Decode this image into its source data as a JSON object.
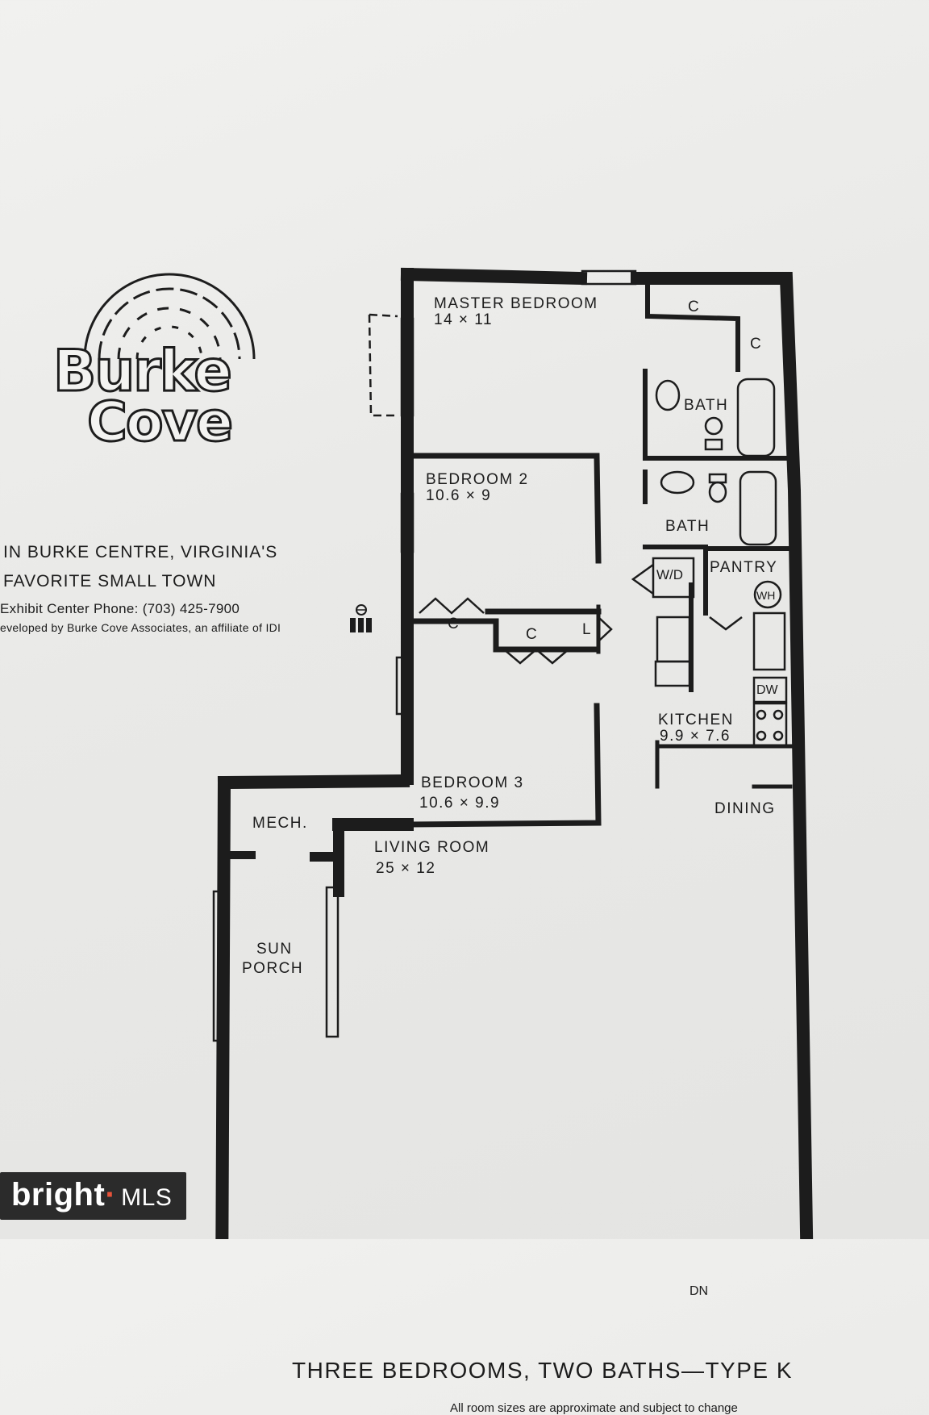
{
  "logo": {
    "line1": "Burke",
    "line2": "Cove"
  },
  "info": {
    "line1": "IN BURKE CENTRE, VIRGINIA'S",
    "line2": "FAVORITE SMALL TOWN",
    "phone": "Exhibit Center Phone: (703) 425-7900",
    "developer": "eveloped by Burke Cove Associates, an affiliate of IDI"
  },
  "rooms": {
    "master_name": "MASTER BEDROOM",
    "master_size": "14 × 11",
    "closet_c": "C",
    "bath": "BATH",
    "bed2_name": "BEDROOM 2",
    "bed2_size": "10.6 × 9",
    "wd": "W/D",
    "pantry": "PANTRY",
    "wh": "WH",
    "linen": "L",
    "dw": "DW",
    "kitchen_name": "KITCHEN",
    "kitchen_size": "9.9 × 7.6",
    "bed3_name": "BEDROOM 3",
    "bed3_size": "10.6 × 9.9",
    "dining": "DINING",
    "mech": "MECH.",
    "living_name": "LIVING ROOM",
    "living_size": "25 × 12",
    "sun1": "SUN",
    "sun2": "PORCH",
    "dn": "DN"
  },
  "caption": "THREE BEDROOMS, TWO BATHS—TYPE K",
  "note": "All room sizes are approximate and subject to change",
  "watermark": {
    "brand": "bright",
    "mls": "MLS"
  },
  "colors": {
    "wall": "#1c1c1c",
    "paper": "#ececea",
    "badge": "#2b2b2b",
    "badge_accent": "#e8533a"
  }
}
